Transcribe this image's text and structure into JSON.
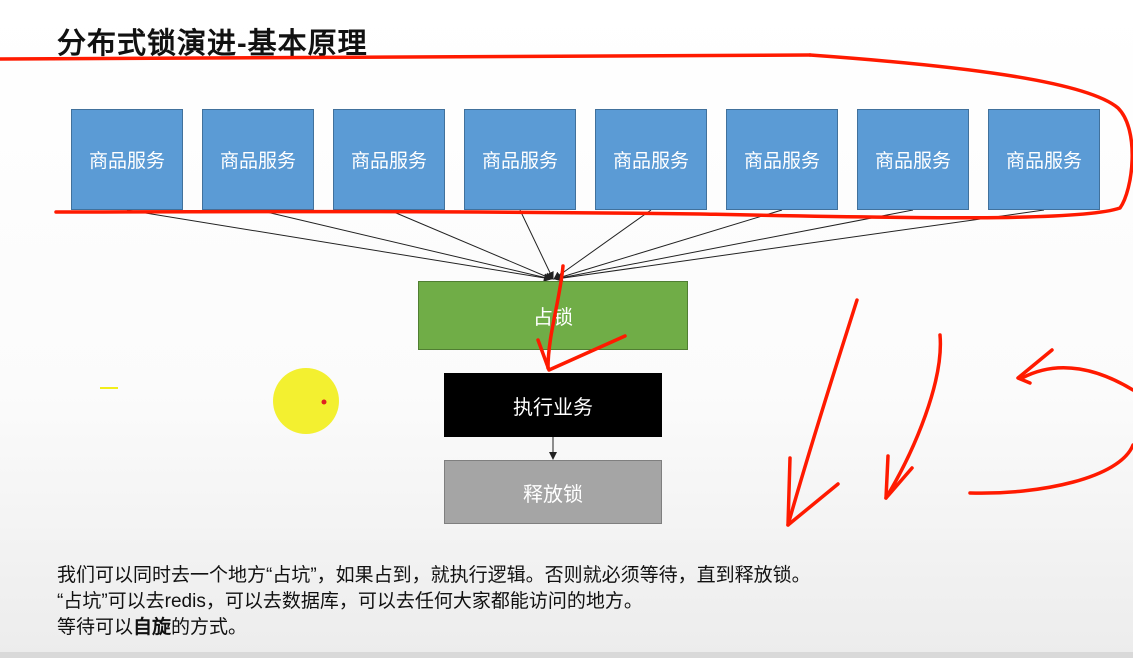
{
  "title": "分布式锁演进-基本原理",
  "services": [
    "商品服务",
    "商品服务",
    "商品服务",
    "商品服务",
    "商品服务",
    "商品服务",
    "商品服务",
    "商品服务"
  ],
  "flow": {
    "lock": "占锁",
    "execute": "执行业务",
    "release": "释放锁"
  },
  "description": {
    "line1": "我们可以同时去一个地方“占坑”，如果占到，就执行逻辑。否则就必须等待，直到释放锁。",
    "line2": "“占坑”可以去redis，可以去数据库，可以去任何大家都能访问的地方。",
    "line3_prefix": "等待可以",
    "line3_bold": "自旋",
    "line3_suffix": "的方式。"
  },
  "colors": {
    "service_box": "#5b9bd5",
    "lock_box": "#70ad47",
    "execute_box": "#000000",
    "release_box": "#a5a5a5",
    "annotation": "#ff1a00"
  }
}
